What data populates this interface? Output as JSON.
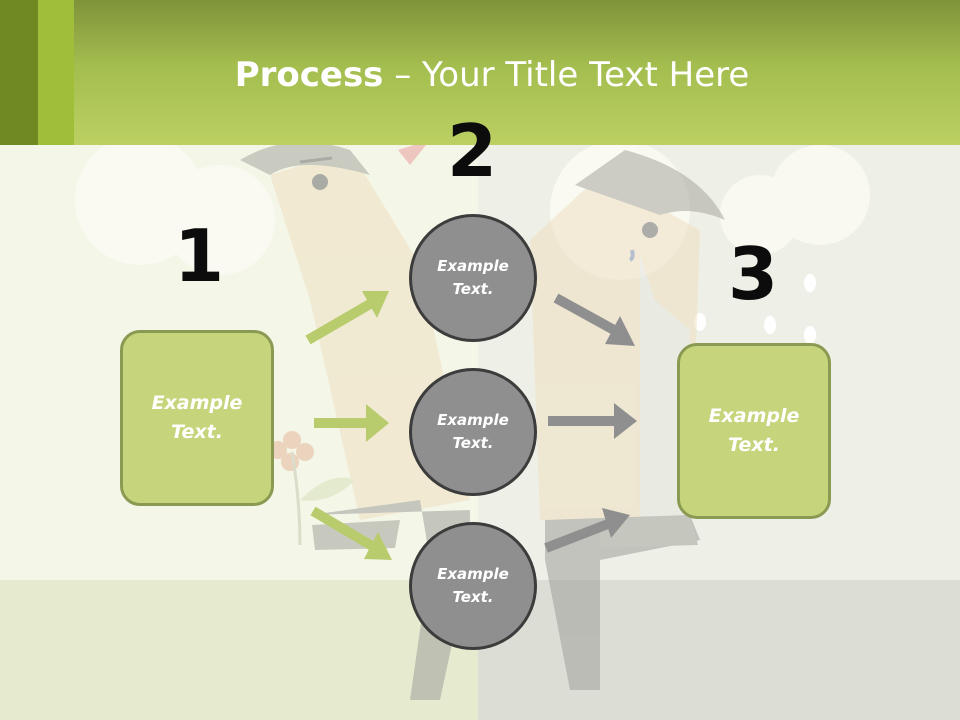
{
  "title": {
    "bold": "Process",
    "rest": " – Your Title Text Here"
  },
  "steps": [
    {
      "number": "1",
      "text": "Example Text."
    },
    {
      "number": "2",
      "text": "Example Text."
    },
    {
      "number": "3",
      "text": "Example Text."
    }
  ],
  "circles": [
    {
      "text": "Example Text."
    },
    {
      "text": "Example Text."
    },
    {
      "text": "Example Text."
    }
  ],
  "colors": {
    "header": "#a3bd4f",
    "box_fill": "#c6d57c",
    "box_border": "#8a9a52",
    "circle_fill": "#8f8f8f",
    "circle_border": "#3c3c3c",
    "arrow_green": "#b8cc6e",
    "arrow_gray": "#8f8f8f"
  }
}
